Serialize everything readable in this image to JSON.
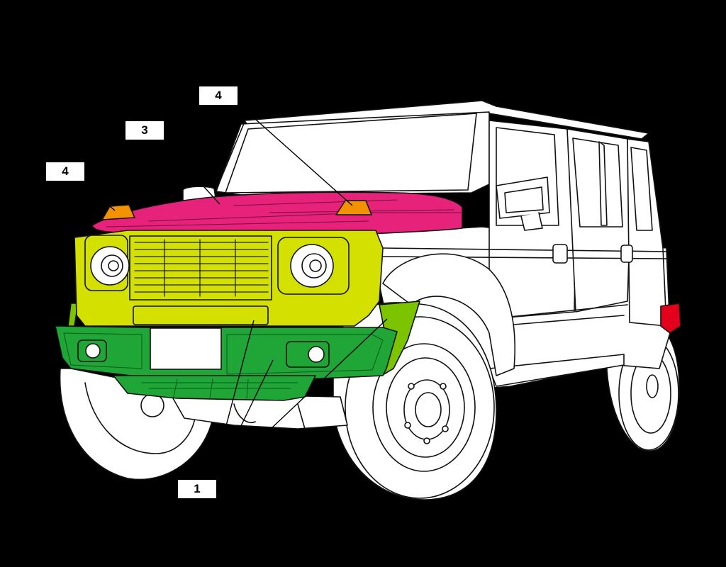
{
  "diagram": {
    "callouts": [
      {
        "id": "4a",
        "label": "4"
      },
      {
        "id": "3",
        "label": "3"
      },
      {
        "id": "4b",
        "label": "4"
      },
      {
        "id": "1",
        "label": "1"
      }
    ],
    "colors": {
      "background": "#000000",
      "body": "#ffffff",
      "outline": "#111111",
      "hood": "#e6227a",
      "front_grille_panel": "#d4e000",
      "bumper": "#1fa637",
      "fender_extension": "#7cc400",
      "marker_lamp": "#f39200",
      "rear_lamp": "#e2001a"
    }
  }
}
